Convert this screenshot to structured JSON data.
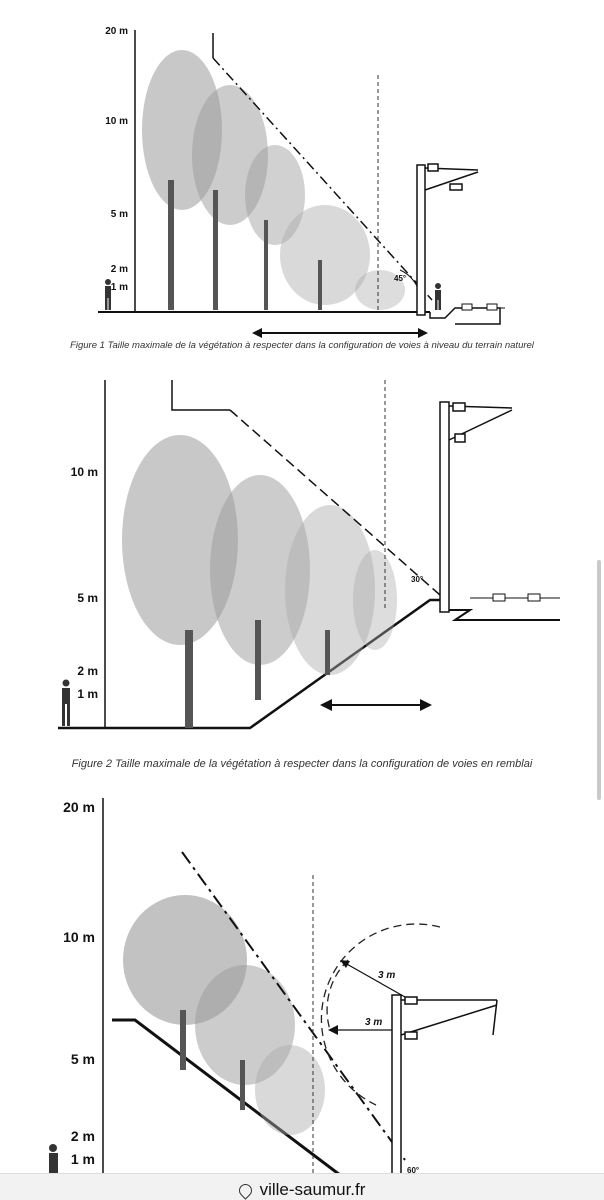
{
  "figure1": {
    "axis_labels": [
      "20 m",
      "10 m",
      "5 m",
      "2 m",
      "1 m"
    ],
    "angle_label": "45°",
    "caption": "Figure 1 Taille maximale de la végétation à respecter dans la configuration de voies à niveau du terrain naturel"
  },
  "figure2": {
    "axis_labels": [
      "10 m",
      "5 m",
      "2 m",
      "1 m"
    ],
    "angle_label": "30°",
    "caption": "Figure 2 Taille maximale de la végétation à respecter dans la configuration de voies en remblai"
  },
  "figure3": {
    "axis_labels": [
      "20 m",
      "10 m",
      "5 m",
      "2 m",
      "1 m"
    ],
    "distance_labels": [
      "3 m",
      "3 m"
    ],
    "angle_label": "60°"
  },
  "browser": {
    "url": "ville-saumur.fr"
  }
}
